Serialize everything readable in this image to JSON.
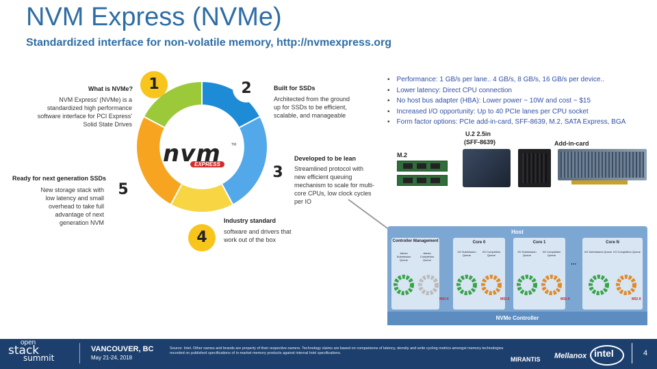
{
  "slide": {
    "title": "NVM Express (NVMe)",
    "subtitle": "Standardized interface for non-volatile memory, http://nvmexpress.org"
  },
  "wheel": {
    "logo_text": "nvm",
    "logo_sub": "EXPRESS",
    "logo_tm": "TM",
    "segments": [
      {
        "number": "1",
        "heading": "What is NVMe?",
        "text": "NVM Express' (NVMe) is a standardized high performance software interface for PCI Express' Solid State Drives"
      },
      {
        "number": "2",
        "heading": "Built for SSDs",
        "text": "Architected from the ground up for SSDs to be efficient, scalable, and manageable"
      },
      {
        "number": "3",
        "heading": "Developed to be lean",
        "text": "Streamlined protocol with new efficient queuing mechanism to scale for multi-core CPUs, low clock cycles per IO"
      },
      {
        "number": "4",
        "heading": "Industry standard",
        "text": "software and drivers that work out of the box"
      },
      {
        "number": "5",
        "heading": "Ready for next generation SSDs",
        "text": "New storage stack with low latency and small overhead to take full advantage of next generation NVM"
      }
    ]
  },
  "bullets": [
    "Performance: 1 GB/s per lane.. 4 GB/s, 8 GB/s, 16 GB/s per device..",
    "Lower latency: Direct CPU connection",
    "No host bus adapter (HBA): Lower power ~ 10W and cost ~ $15",
    "Increased I/O opportunity: Up to 40 PCIe lanes per CPU socket",
    "Form factor options: PCIe add-in-card, SFF-8639, M.2, SATA Express, BGA"
  ],
  "form_factors": {
    "m2": "M.2",
    "u2_line1": "U.2 2.5in",
    "u2_line2": "(SFF-8639)",
    "aic": "Add-in-card"
  },
  "diagram": {
    "host": "Host",
    "controller_mgmt": "Controller Management",
    "admin_sub": "Admin Submission Queue",
    "admin_comp": "Admin Completion Queue",
    "io_sub": "I/O Submission Queue",
    "io_comp": "I/O Completion Queue",
    "cores": [
      "Core 0",
      "Core 1",
      "Core N"
    ],
    "ellipsis": "...",
    "msix": "MSI-X",
    "controller": "NVMe Controller"
  },
  "footer": {
    "brand_top": "open",
    "brand_mid": "stack",
    "brand_bot": "summit",
    "city": "VANCOUVER, BC",
    "dates": "May 21-24, 2018",
    "source": "Source: Intel. Other names and brands are property of their respective owners. Technology claims are based on comparisons of latency, density and write cycling metrics amongst memory technologies recorded on published specifications of in-market memory products against internal Intel specifications.",
    "sponsor_mirantis": "MIRANTIS",
    "sponsor_mellanox": "Mellanox",
    "sponsor_intel": "intel",
    "page_number": "4"
  },
  "colors": {
    "accent": "#2e6da4",
    "seg1": "#9cc93a",
    "seg2": "#1e8bd6",
    "seg3": "#52a8e8",
    "seg4": "#f7d543",
    "seg5": "#f7a521",
    "badge": "#f8c51c",
    "footer": "#1c3f6e"
  }
}
